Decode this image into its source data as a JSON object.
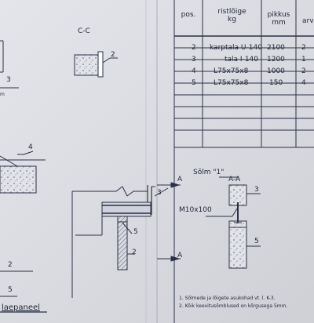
{
  "table": {
    "headers": {
      "pos": "pos.",
      "section_line1": "ristlõige",
      "section_line2": "kg",
      "length_line1": "pikkus",
      "length_line2": "mm",
      "qty_partial": "arv"
    },
    "rows": [
      {
        "pos": "2",
        "section": "karptala U-140",
        "length": "2100",
        "qty": "2"
      },
      {
        "pos": "3",
        "section": "tala I-140",
        "length": "1200",
        "qty": "1"
      },
      {
        "pos": "4",
        "section": "L75x75x8",
        "length": "1000",
        "qty": "2"
      },
      {
        "pos": "5",
        "section": "L75x75x8",
        "length": "150",
        "qty": "4"
      }
    ]
  },
  "section_cc": {
    "title": "C-C",
    "label": "2"
  },
  "node_detail": {
    "title": "Sõlm \"1\"",
    "section_aa": "A-A",
    "bolt": "M10x100",
    "label_top": "3",
    "label_bottom": "5"
  },
  "main_view": {
    "cut_label_top": "A",
    "cut_label_bottom": "A",
    "label_3": "3",
    "label_5": "5",
    "label_2": "2"
  },
  "left_view": {
    "label_3": "3",
    "label_4": "4",
    "label_2": "2",
    "label_5": "5",
    "panel_text": "laepaneel",
    "cut_text": "m"
  },
  "notes": [
    "1. Sõlmede ja lõigete asukohad vt. l. K-3.",
    "2. Kõik keevitusõmblused on kõrgusega 5mm."
  ]
}
